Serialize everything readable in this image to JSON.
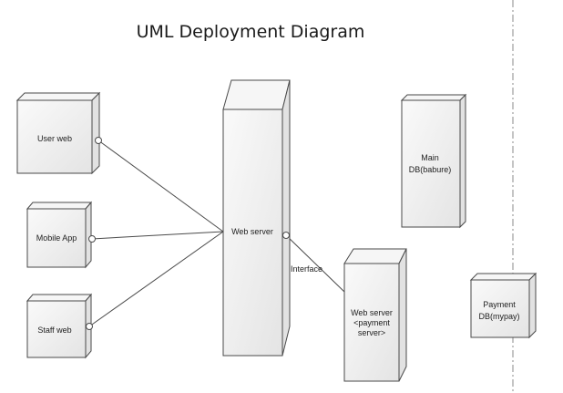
{
  "diagram": {
    "title": "UML Deployment Diagram",
    "nodes": {
      "user_web": "User web",
      "mobile_app": "Mobile App",
      "staff_web": "Staff web",
      "web_server": "Web server",
      "main_db": [
        "Main",
        "DB(babure)"
      ],
      "payment_server": [
        "Web server",
        "<payment",
        "server>"
      ],
      "payment_db": [
        "Payment",
        "DB(mypay)"
      ]
    },
    "connection_label": "Interface"
  },
  "colors": {
    "node_fill_light": "#fafafa",
    "node_fill_dark": "#e6e6e6",
    "stroke": "#4a4a4a"
  }
}
